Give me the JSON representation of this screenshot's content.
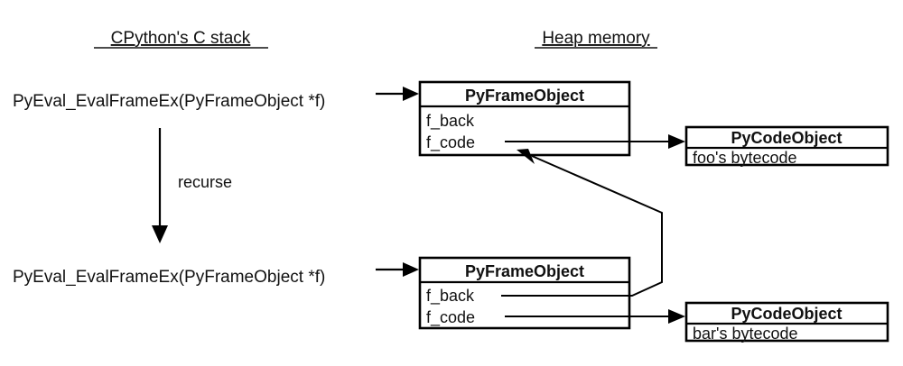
{
  "diagram": {
    "title_not_shown": "",
    "headings": [
      {
        "id": "c-stack",
        "label": "CPython's C stack"
      },
      {
        "id": "heap",
        "label": "Heap memory"
      }
    ],
    "stack_frames": [
      {
        "id": "outer",
        "label": "PyEval_EvalFrameEx(PyFrameObject *f)"
      },
      {
        "id": "inner",
        "label": "PyEval_EvalFrameEx(PyFrameObject *f)"
      }
    ],
    "edge_labels": [
      {
        "id": "recurse",
        "label": "recurse"
      }
    ],
    "frame_objects": [
      {
        "id": "frame-foo",
        "title": "PyFrameObject",
        "fields": [
          {
            "id": "f_back",
            "label": "f_back"
          },
          {
            "id": "f_code",
            "label": "f_code"
          }
        ]
      },
      {
        "id": "frame-bar",
        "title": "PyFrameObject",
        "fields": [
          {
            "id": "f_back",
            "label": "f_back"
          },
          {
            "id": "f_code",
            "label": "f_code"
          }
        ]
      }
    ],
    "code_objects": [
      {
        "id": "code-foo",
        "title": "PyCodeObject",
        "body": "foo's bytecode"
      },
      {
        "id": "code-bar",
        "title": "PyCodeObject",
        "body": "bar's bytecode"
      }
    ],
    "colors": {
      "background": "#ffffff",
      "stroke": "#000000",
      "text": "#111111"
    }
  }
}
